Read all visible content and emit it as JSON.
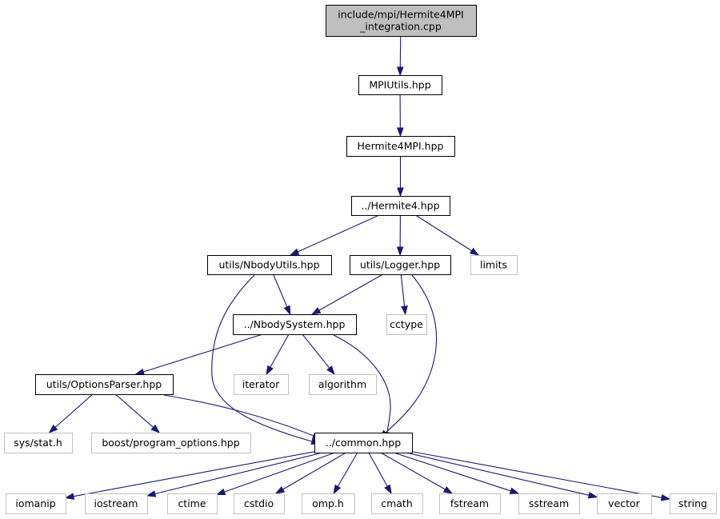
{
  "graph": {
    "nodes": [
      {
        "id": "main",
        "lines": [
          "include/mpi/Hermite4MPI",
          "_integration.cpp"
        ],
        "kind": "main"
      },
      {
        "id": "mpiutils",
        "lines": [
          "MPIUtils.hpp"
        ],
        "kind": "local"
      },
      {
        "id": "hermite4mpi",
        "lines": [
          "Hermite4MPI.hpp"
        ],
        "kind": "local"
      },
      {
        "id": "hermite4",
        "lines": [
          "../Hermite4.hpp"
        ],
        "kind": "local"
      },
      {
        "id": "nbodyutils",
        "lines": [
          "utils/NbodyUtils.hpp"
        ],
        "kind": "local"
      },
      {
        "id": "logger",
        "lines": [
          "utils/Logger.hpp"
        ],
        "kind": "local"
      },
      {
        "id": "limits",
        "lines": [
          "limits"
        ],
        "kind": "external"
      },
      {
        "id": "nbodysystem",
        "lines": [
          "../NbodySystem.hpp"
        ],
        "kind": "local"
      },
      {
        "id": "cctype",
        "lines": [
          "cctype"
        ],
        "kind": "external"
      },
      {
        "id": "optionsparser",
        "lines": [
          "utils/OptionsParser.hpp"
        ],
        "kind": "local"
      },
      {
        "id": "iterator",
        "lines": [
          "iterator"
        ],
        "kind": "external"
      },
      {
        "id": "algorithm",
        "lines": [
          "algorithm"
        ],
        "kind": "external"
      },
      {
        "id": "sysstat",
        "lines": [
          "sys/stat.h"
        ],
        "kind": "external"
      },
      {
        "id": "boostpo",
        "lines": [
          "boost/program_options.hpp"
        ],
        "kind": "external"
      },
      {
        "id": "common",
        "lines": [
          "../common.hpp"
        ],
        "kind": "local"
      },
      {
        "id": "iomanip",
        "lines": [
          "iomanip"
        ],
        "kind": "external"
      },
      {
        "id": "iostream",
        "lines": [
          "iostream"
        ],
        "kind": "external"
      },
      {
        "id": "ctime",
        "lines": [
          "ctime"
        ],
        "kind": "external"
      },
      {
        "id": "cstdio",
        "lines": [
          "cstdio"
        ],
        "kind": "external"
      },
      {
        "id": "omph",
        "lines": [
          "omp.h"
        ],
        "kind": "external"
      },
      {
        "id": "cmath",
        "lines": [
          "cmath"
        ],
        "kind": "external"
      },
      {
        "id": "fstream",
        "lines": [
          "fstream"
        ],
        "kind": "external"
      },
      {
        "id": "sstream",
        "lines": [
          "sstream"
        ],
        "kind": "external"
      },
      {
        "id": "vector",
        "lines": [
          "vector"
        ],
        "kind": "external"
      },
      {
        "id": "string",
        "lines": [
          "string"
        ],
        "kind": "external"
      }
    ],
    "edges": [
      [
        "main",
        "mpiutils"
      ],
      [
        "mpiutils",
        "hermite4mpi"
      ],
      [
        "hermite4mpi",
        "hermite4"
      ],
      [
        "hermite4",
        "nbodyutils"
      ],
      [
        "hermite4",
        "logger"
      ],
      [
        "hermite4",
        "limits"
      ],
      [
        "nbodyutils",
        "nbodysystem"
      ],
      [
        "nbodyutils",
        "common"
      ],
      [
        "logger",
        "nbodysystem"
      ],
      [
        "logger",
        "cctype"
      ],
      [
        "logger",
        "common"
      ],
      [
        "nbodysystem",
        "optionsparser"
      ],
      [
        "nbodysystem",
        "iterator"
      ],
      [
        "nbodysystem",
        "algorithm"
      ],
      [
        "nbodysystem",
        "common"
      ],
      [
        "optionsparser",
        "sysstat"
      ],
      [
        "optionsparser",
        "boostpo"
      ],
      [
        "optionsparser",
        "common"
      ],
      [
        "common",
        "iomanip"
      ],
      [
        "common",
        "iostream"
      ],
      [
        "common",
        "ctime"
      ],
      [
        "common",
        "cstdio"
      ],
      [
        "common",
        "omph"
      ],
      [
        "common",
        "cmath"
      ],
      [
        "common",
        "fstream"
      ],
      [
        "common",
        "sstream"
      ],
      [
        "common",
        "vector"
      ],
      [
        "common",
        "string"
      ]
    ]
  }
}
